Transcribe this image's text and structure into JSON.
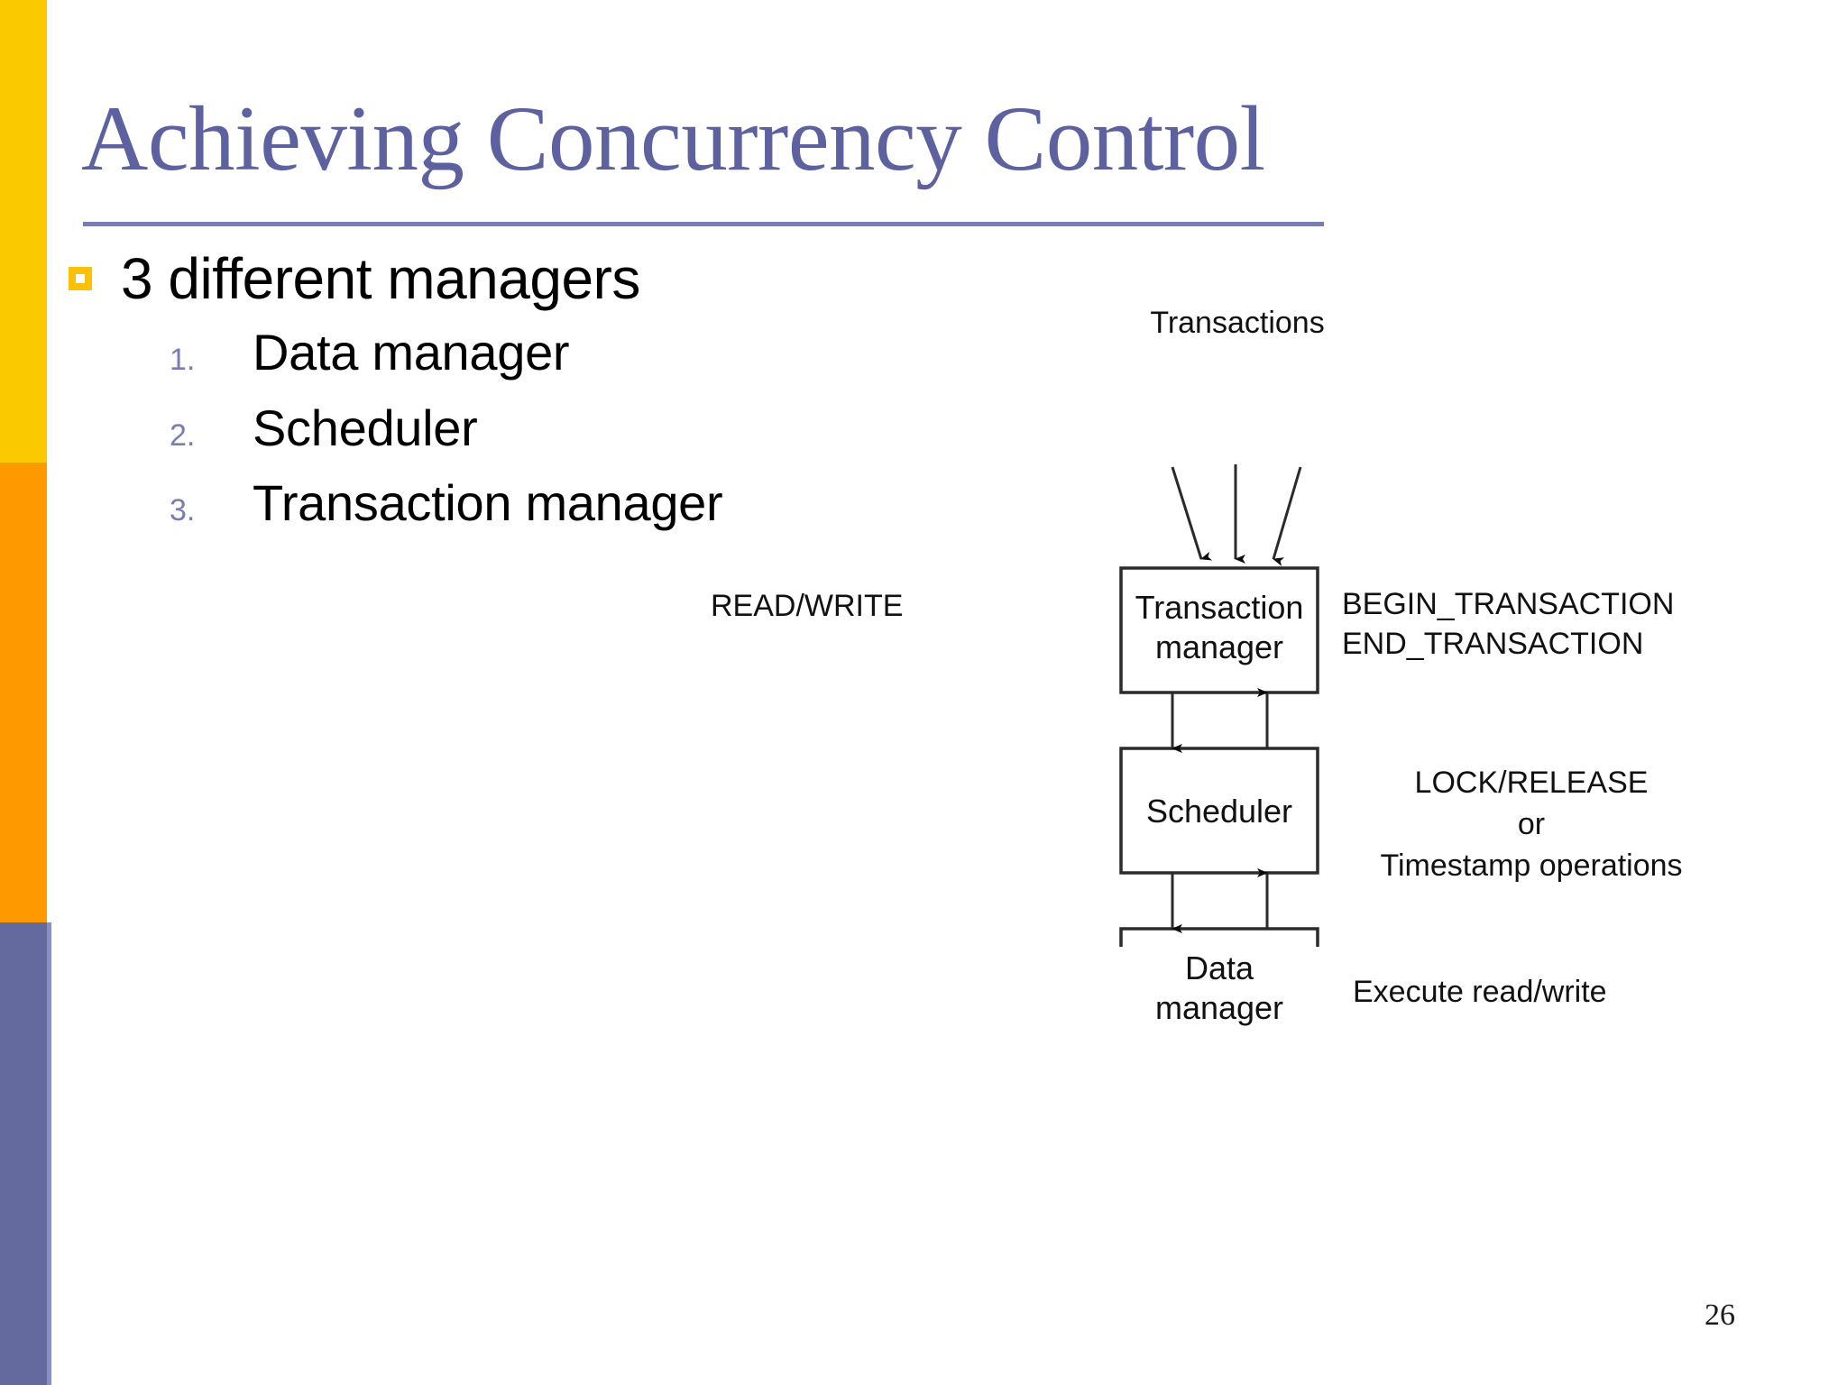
{
  "slide": {
    "title": "Achieving Concurrency Control",
    "page_number": "26",
    "colors": {
      "title": "#5D61A0",
      "rail_yellow": "#FBC900",
      "rail_orange": "#FF9900",
      "rail_purple": "#656A9E",
      "bullet_marker": "#FBC108",
      "sub_number": "#7A7DB4",
      "rule": "#7A7DB4"
    }
  },
  "body": {
    "bullet": {
      "marker": "hollow-square-bullet",
      "text": "3 different managers"
    },
    "items": [
      {
        "number": "1.",
        "label": "Data manager"
      },
      {
        "number": "2.",
        "label": "Scheduler"
      },
      {
        "number": "3.",
        "label": "Transaction manager"
      }
    ]
  },
  "diagram": {
    "top_label": "Transactions",
    "boxes": [
      {
        "id": "transaction-manager",
        "line1": "Transaction",
        "line2": "manager"
      },
      {
        "id": "scheduler",
        "line1": "Scheduler",
        "line2": ""
      },
      {
        "id": "data-manager",
        "line1": "Data",
        "line2": "manager"
      }
    ],
    "left_labels": [
      {
        "id": "read-write",
        "text": "READ/WRITE"
      }
    ],
    "right_labels": [
      {
        "id": "begin-transaction",
        "text": "BEGIN_TRANSACTION"
      },
      {
        "id": "end-transaction",
        "text": "END_TRANSACTION"
      },
      {
        "id": "lock-release",
        "text": "LOCK/RELEASE"
      },
      {
        "id": "or",
        "text": "or"
      },
      {
        "id": "timestamp-operations",
        "text": "Timestamp operations"
      },
      {
        "id": "execute-read-write",
        "text": "Execute read/write"
      }
    ]
  }
}
